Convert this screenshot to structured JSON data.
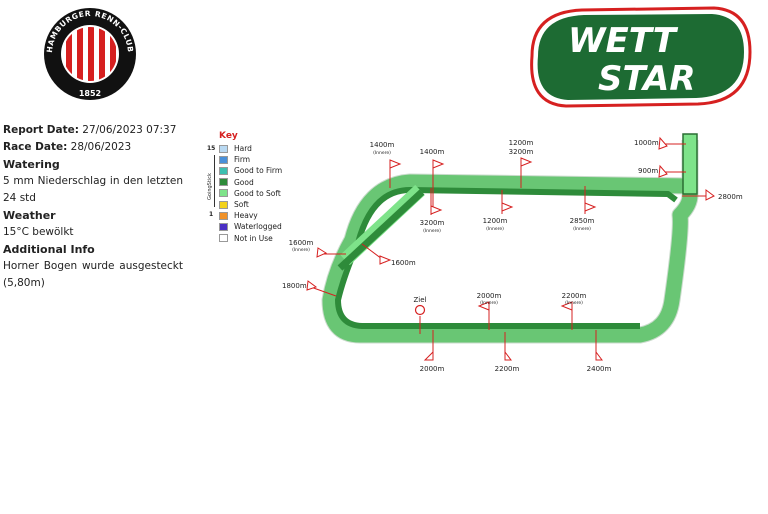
{
  "logos": {
    "hrc_text": "HAMBURGER RENN-CLUB",
    "hrc_year": "1852",
    "wettstar_line1": "WETT",
    "wettstar_line2": "STAR",
    "wettstar_color": "#1d6b33"
  },
  "report": {
    "report_date_label": "Report Date:",
    "report_date_value": "27/06/2023 07:37",
    "race_date_label": "Race Date:",
    "race_date_value": "28/06/2023",
    "watering_heading": "Watering",
    "watering_text": "5 mm Niederschlag in den letzten 24 std",
    "weather_heading": "Weather",
    "weather_text": "15°C bewölkt",
    "additional_heading": "Additional Info",
    "additional_text": "Horner Bogen wurde ausgesteckt (5,80m)"
  },
  "key": {
    "title": "Key",
    "scale_top": "15",
    "scale_bottom": "1",
    "scale_label": "GoingStick",
    "items": [
      {
        "label": "Hard",
        "color": "#b9d9f2"
      },
      {
        "label": "Firm",
        "color": "#4a90d9"
      },
      {
        "label": "Good to Firm",
        "color": "#3dbfb0"
      },
      {
        "label": "Good",
        "color": "#2e8b3a"
      },
      {
        "label": "Good to Soft",
        "color": "#7ee38a"
      },
      {
        "label": "Soft",
        "color": "#f2d21a"
      },
      {
        "label": "Heavy",
        "color": "#f0922a"
      },
      {
        "label": "Waterlogged",
        "color": "#4a2fc4"
      },
      {
        "label": "Not in Use",
        "color": "#ffffff"
      }
    ]
  },
  "track": {
    "colors": {
      "outer": "#7ee38a",
      "inner": "#2e8b3a",
      "marker": "#d62020"
    },
    "labels": {
      "m1400_top": "1400m",
      "m1400_top_sub": "(Innere)",
      "m1400": "1400m",
      "m1200_top": "1200m",
      "m3200_top": "3200m",
      "m1000": "1000m",
      "m900": "900m",
      "m2800": "2800m",
      "m3200_in": "3200m",
      "m3200_in_sub": "(Innere)",
      "m1200_in": "1200m",
      "m1200_in_sub": "(Innere)",
      "m2850": "2850m",
      "m2850_sub": "(Innere)",
      "m1600_left": "1600m",
      "m1600_left_sub": "(Innere)",
      "m1600": "1600m",
      "m1800": "1800m",
      "ziel": "Ziel",
      "m2000_top": "2000m",
      "m2000_top_sub": "(Innere)",
      "m2200_top": "2200m",
      "m2200_top_sub": "(Innere)",
      "m2000_bot": "2000m",
      "m2200_bot": "2200m",
      "m2400_bot": "2400m"
    }
  }
}
